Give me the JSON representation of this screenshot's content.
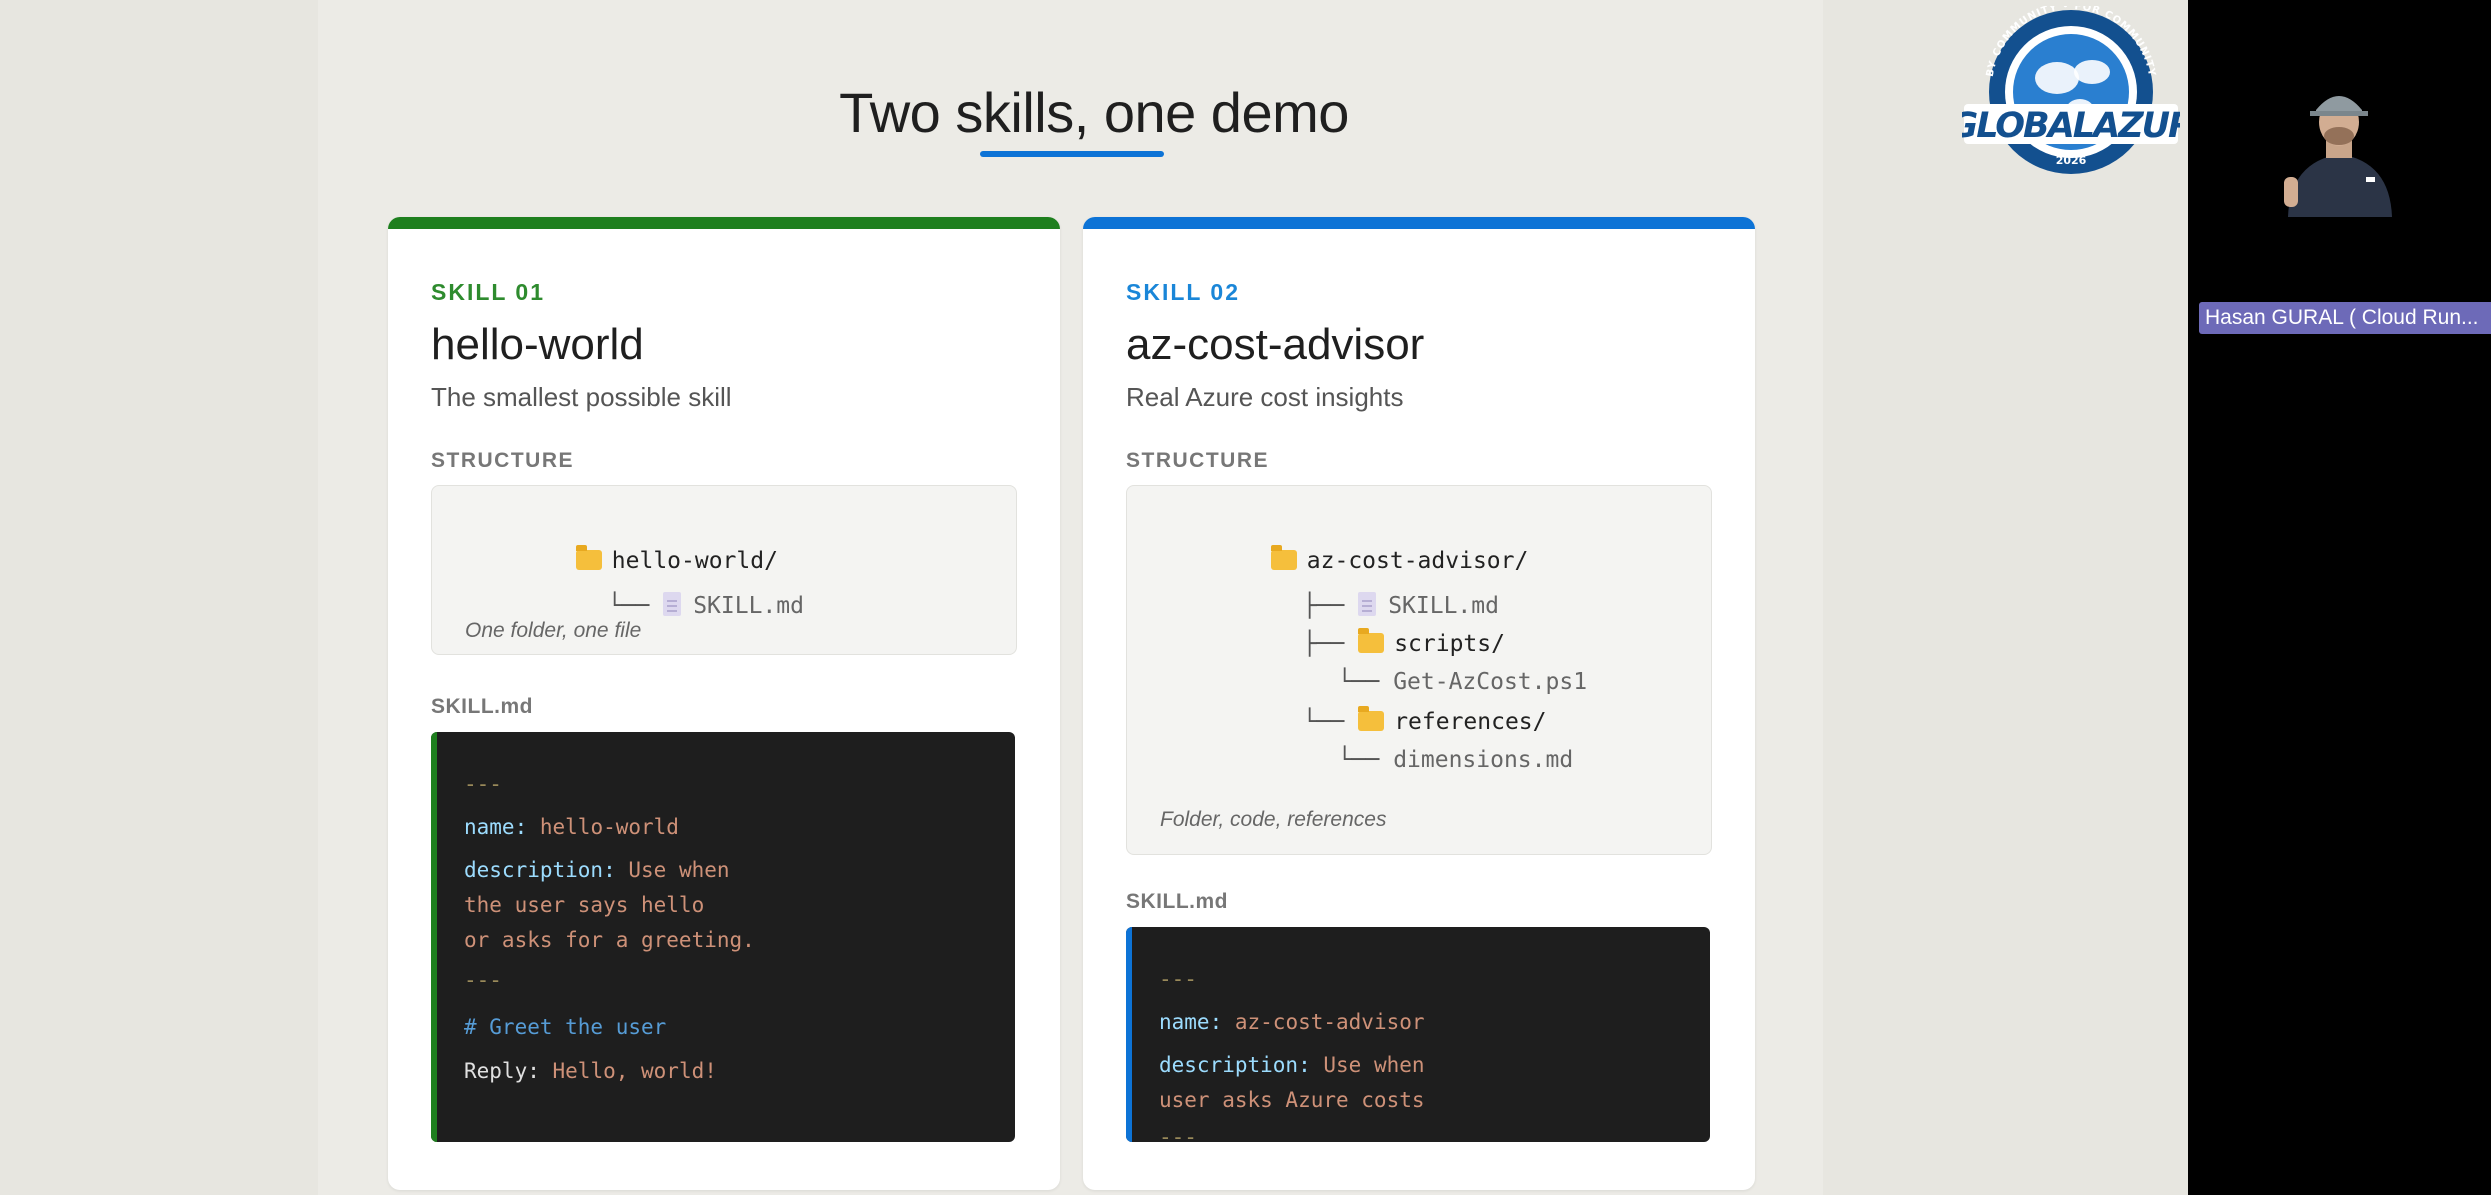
{
  "slide": {
    "title": "Two skills, one demo",
    "colors": {
      "skill1_accent": "#1e7f1e",
      "skill2_accent": "#0d73d6",
      "underline": "#0d73d6"
    }
  },
  "skills": [
    {
      "kicker": "SKILL 01",
      "name": "hello-world",
      "tagline": "The smallest possible skill",
      "structure_label": "STRUCTURE",
      "tree": [
        {
          "connector": "",
          "icon": "folder-icon",
          "text": "hello-world/"
        },
        {
          "connector": "└──",
          "icon": "file-icon",
          "text": "SKILL.md"
        }
      ],
      "tree_caption": "One folder, one file",
      "file_label": "SKILL.md",
      "code": [
        {
          "key": "",
          "value": "---",
          "kind": "dash"
        },
        {
          "key": "name:",
          "value": "hello-world",
          "kind": "kv"
        },
        {
          "key": "description:",
          "value": "Use when",
          "kind": "kv"
        },
        {
          "key": "",
          "value": "the user says hello",
          "kind": "val"
        },
        {
          "key": "",
          "value": "or asks for a greeting.",
          "kind": "val"
        },
        {
          "key": "",
          "value": "---",
          "kind": "dash"
        },
        {
          "key": "",
          "value": "# Greet the user",
          "kind": "comment"
        },
        {
          "key": "Reply:",
          "value": "Hello, world!",
          "kind": "kv-plain"
        }
      ]
    },
    {
      "kicker": "SKILL 02",
      "name": "az-cost-advisor",
      "tagline": "Real Azure cost insights",
      "structure_label": "STRUCTURE",
      "tree": [
        {
          "connector": "",
          "icon": "folder-icon",
          "text": "az-cost-advisor/"
        },
        {
          "connector": "├──",
          "icon": "file-icon",
          "text": "SKILL.md"
        },
        {
          "connector": "├──",
          "icon": "folder-icon",
          "text": "scripts/"
        },
        {
          "connector": "└──",
          "icon": "",
          "text": "Get-AzCost.ps1"
        },
        {
          "connector": "└──",
          "icon": "folder-icon",
          "text": "references/"
        },
        {
          "connector": "└──",
          "icon": "",
          "text": "dimensions.md"
        }
      ],
      "tree_caption": "Folder, code, references",
      "file_label": "SKILL.md",
      "code": [
        {
          "key": "",
          "value": "---",
          "kind": "dash"
        },
        {
          "key": "name:",
          "value": "az-cost-advisor",
          "kind": "kv"
        },
        {
          "key": "description:",
          "value": "Use when",
          "kind": "kv"
        },
        {
          "key": "",
          "value": "user asks Azure costs",
          "kind": "val"
        },
        {
          "key": "",
          "value": "---",
          "kind": "dash"
        }
      ]
    }
  ],
  "meeting": {
    "logo_text": "#GLOBALAZURE",
    "logo_ring_text": "BY COMMUNITY • FOR COMMUNITY",
    "logo_year": "2026",
    "speaker_name": "Hasan GURAL ( Cloud Run..."
  }
}
